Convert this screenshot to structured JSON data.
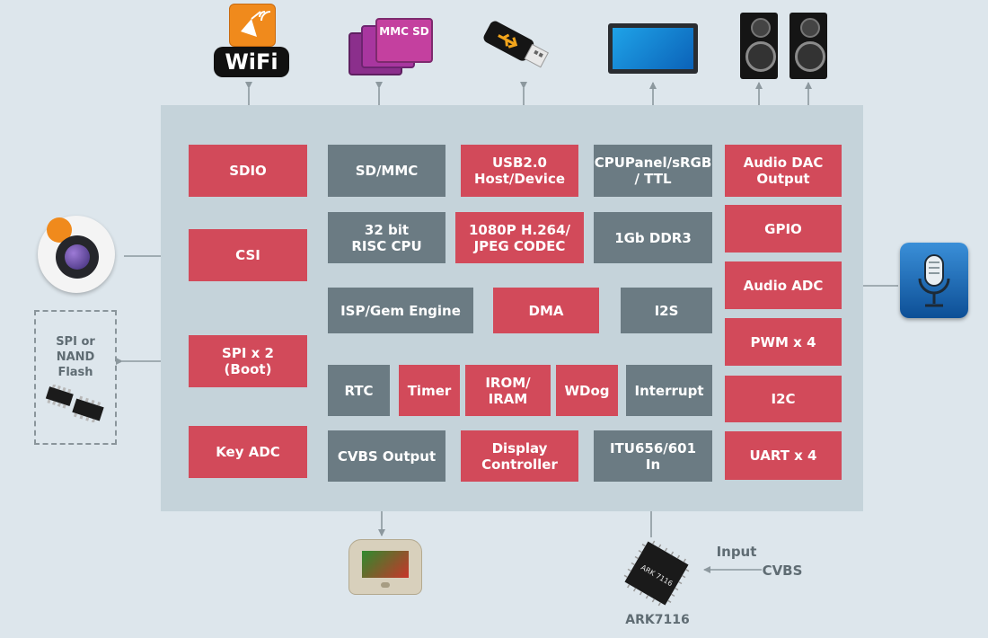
{
  "colors": {
    "background": "#dde6ec",
    "chip": "#c5d3da",
    "red_block": "#d24a5a",
    "gray_block": "#6b7b83",
    "arrow": "#8c989e"
  },
  "blocks": {
    "sdio": "SDIO",
    "csi": "CSI",
    "spi": "SPI x 2\n(Boot)",
    "key_adc": "Key ADC",
    "sd_mmc": "SD/MMC",
    "usb": "USB2.0\nHost/Device",
    "cpu_panel": "CPUPanel/sRGB\n/ TTL",
    "audio_dac": "Audio DAC\nOutput",
    "risc_cpu": "32 bit\nRISC CPU",
    "codec": "1080P H.264/\nJPEG CODEC",
    "ddr3": "1Gb DDR3",
    "gpio": "GPIO",
    "audio_adc": "Audio ADC",
    "isp": "ISP/Gem Engine",
    "dma": "DMA",
    "i2s": "I2S",
    "pwm": "PWM x 4",
    "rtc": "RTC",
    "timer": "Timer",
    "irom": "IROM/\nIRAM",
    "wdog": "WDog",
    "interrupt": "Interrupt",
    "i2c": "I2C",
    "cvbs_output": "CVBS Output",
    "display_controller": "Display\nController",
    "itu656": "ITU656/601\nIn",
    "uart": "UART x 4"
  },
  "external": {
    "wifi_logo": "WiFi",
    "mmc_card": "MMC SD",
    "spi_flash": "SPI or\nNAND\nFlash",
    "chip_name": "ARK7116",
    "chip_marking": "ARK 7116",
    "input": "Input",
    "cvbs": "CVBS"
  }
}
